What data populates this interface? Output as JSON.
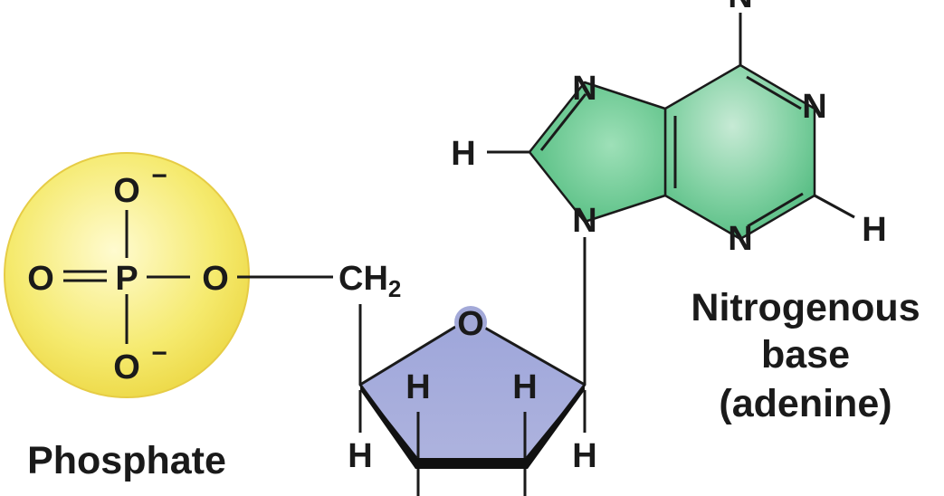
{
  "labels": {
    "phosphate": "Phosphate",
    "base_line1": "Nitrogenous",
    "base_line2": "base",
    "base_line3": "(adenine)"
  },
  "atoms": {
    "o_top": "O",
    "o_left": "O",
    "p": "P",
    "o_right": "O",
    "o_bottom": "O",
    "minus_top": "−",
    "minus_bottom": "−",
    "ch": "CH",
    "ch_sub": "2",
    "ring_o": "O",
    "h_c2_top": "H",
    "h_c3_top": "H",
    "h_c1_bottom": "H",
    "h_c4_bottom": "H",
    "n_top": "N",
    "n7": "N",
    "n1": "N",
    "n9": "N",
    "n3": "N",
    "h_c8": "H",
    "h_c2": "H"
  },
  "colors": {
    "phosphate_fill": "#f7ef7a",
    "phosphate_stroke": "#e3c94a",
    "sugar_fill": "#a3a9d8",
    "sugar_stroke": "#1a1a1a",
    "base_fill": "#62c58c",
    "text": "#1a1a1a"
  }
}
